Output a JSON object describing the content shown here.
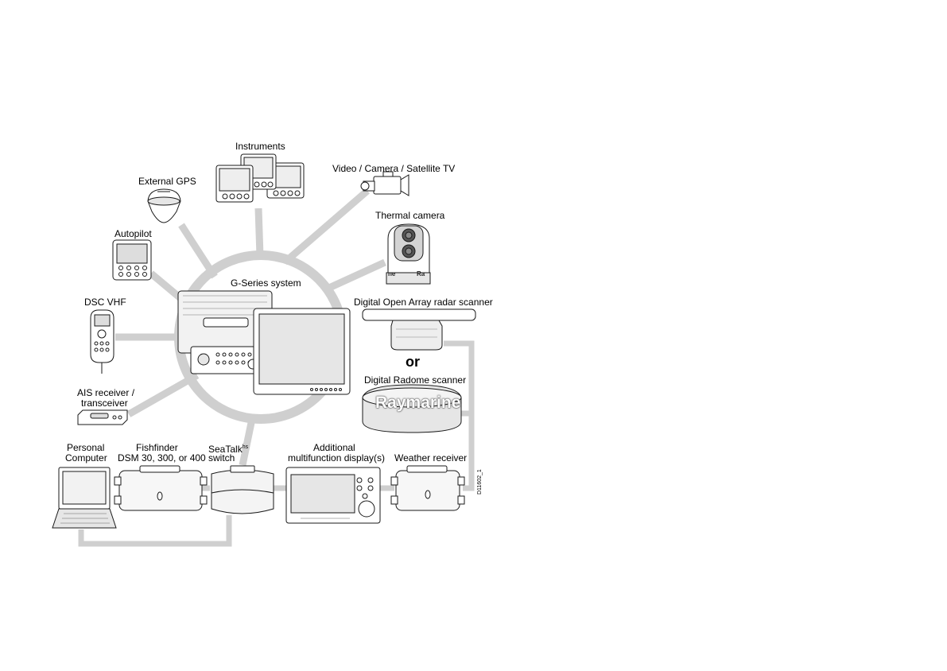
{
  "diagram": {
    "hub_label": "G-Series system",
    "devices": {
      "instruments": "Instruments",
      "video": "Video / Camera / Satellite TV",
      "external_gps": "External GPS",
      "thermal_camera": "Thermal camera",
      "autopilot": "Autopilot",
      "dsc_vhf": "DSC VHF",
      "open_array_radar": "Digital Open Array radar scanner",
      "or_label": "or",
      "radome": "Digital Radome scanner",
      "radome_brand": "Raymarine",
      "ais_line1": "AIS receiver /",
      "ais_line2": "transceiver",
      "pc_line1": "Personal",
      "pc_line2": "Computer",
      "fishfinder_line1": "Fishfinder",
      "fishfinder_line2": "DSM 30, 300, or 400",
      "seatalk_line1": "SeaTalk",
      "seatalk_sup": "hs",
      "seatalk_line2": "switch",
      "mfd_line1": "Additional",
      "mfd_line2": "multifunction display(s)",
      "weather": "Weather receiver"
    },
    "diagram_id": "D11602_1",
    "thermal_partial_left": "ne",
    "thermal_partial_right": "Ra"
  },
  "colors": {
    "connector": "#cfcfcf",
    "outline": "#1a1a1a",
    "fill": "#ffffff",
    "shade": "#e6e6e6"
  }
}
